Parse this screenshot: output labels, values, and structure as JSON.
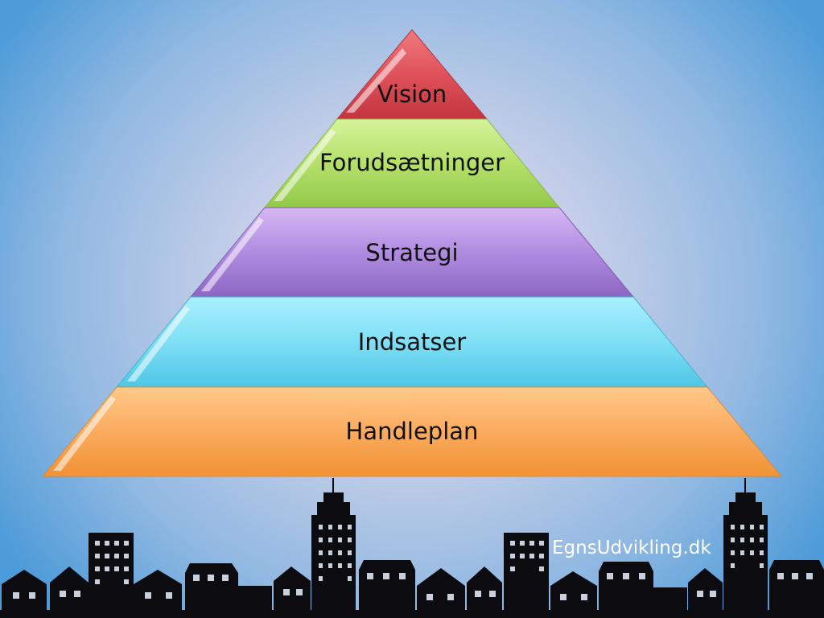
{
  "pyramid": {
    "levels": [
      {
        "label": "Vision",
        "color": "#d2414a"
      },
      {
        "label": "Forudsætninger",
        "color": "#a9d65c"
      },
      {
        "label": "Strategi",
        "color": "#a67ed8"
      },
      {
        "label": "Indsatser",
        "color": "#6fd7ef"
      },
      {
        "label": "Handleplan",
        "color": "#f9a552"
      }
    ]
  },
  "footer": {
    "brand": "EgnsUdvikling.dk"
  }
}
